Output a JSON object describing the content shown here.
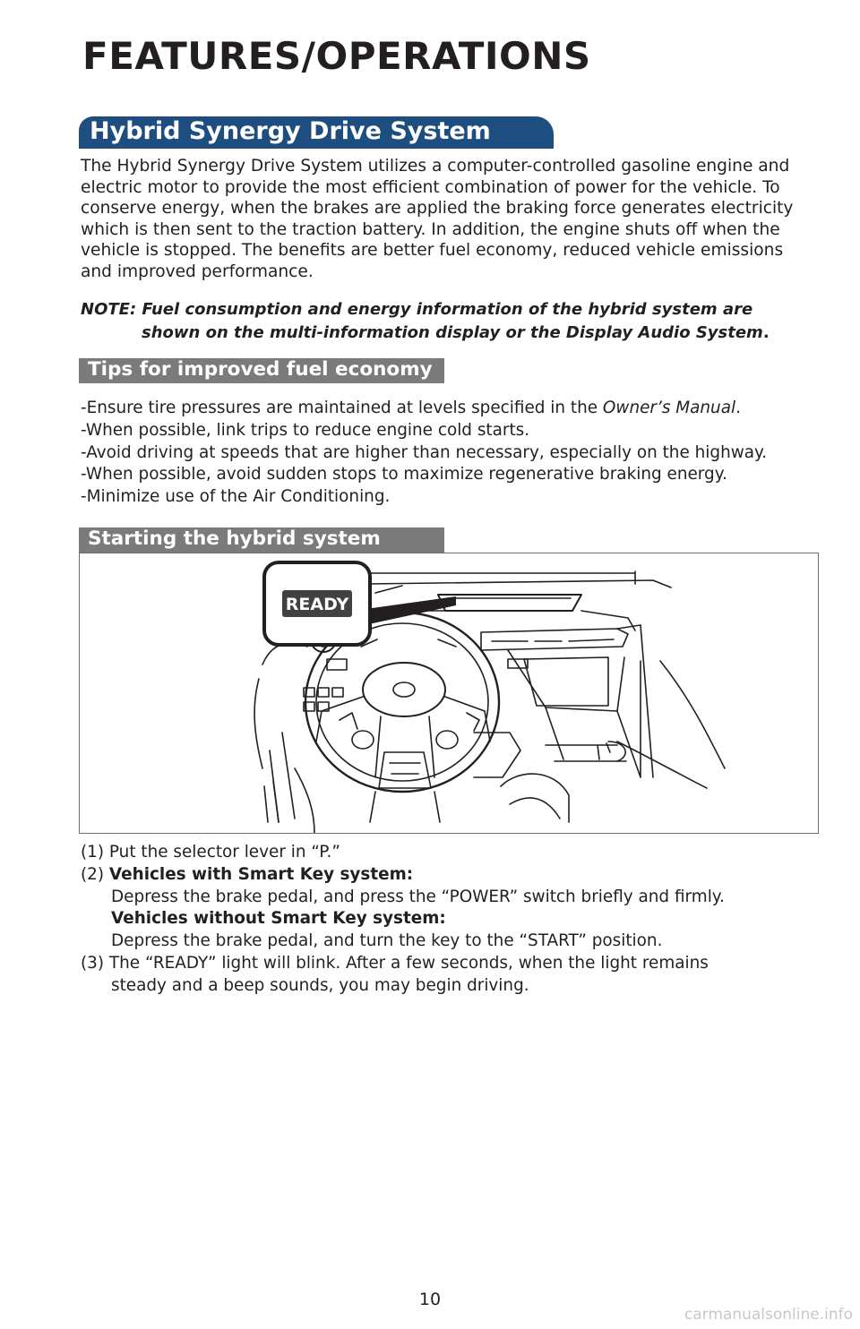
{
  "page_title": "FEATURES/OPERATIONS",
  "section1": {
    "header": "Hybrid Synergy Drive System",
    "paragraph": "The Hybrid Synergy Drive System utilizes a computer-controlled gasoline engine and electric motor to provide the most efficient combination of power for the vehicle. To conserve energy, when the brakes are applied the braking force generates electricity which is then sent to the traction battery. In addition, the engine shuts off when the vehicle is stopped. The benefits are better fuel economy, reduced vehicle emissions and improved performance.",
    "note_line1": "NOTE: Fuel consumption and energy information of the hybrid system are",
    "note_line2_a": "shown on the multi-information display or the Display Audio System",
    "note_line2_b": "."
  },
  "section2": {
    "header": "Tips for improved fuel economy",
    "tip1_a": "-Ensure tire pressures are maintained at levels specified in the ",
    "tip1_b": "Owner’s Manual",
    "tip1_c": ".",
    "tip2": "-When possible, link trips to reduce engine cold starts.",
    "tip3": "-Avoid driving at speeds that are higher than necessary, especially on the highway.",
    "tip4": "-When possible, avoid sudden stops to maximize regenerative braking energy.",
    "tip5": "-Minimize use of the Air Conditioning."
  },
  "section3": {
    "header": "Starting the hybrid system",
    "illustration_label": "READY",
    "step1": "(1) Put the selector lever in “P.”",
    "step2_num": "(2) ",
    "step2_h1": "Vehicles with Smart Key system:",
    "step2_t1": "Depress the brake pedal, and press the “POWER” switch briefly and firmly.",
    "step2_h2": "Vehicles without Smart Key system:",
    "step2_t2": "Depress the brake pedal, and turn the key to the “START” position.",
    "step3_l1": "(3) The “READY” light will blink. After a few seconds, when the light remains",
    "step3_l2": "steady and a beep sounds, you may begin driving."
  },
  "page_number": "10",
  "watermark": "carmanualsonline.info"
}
